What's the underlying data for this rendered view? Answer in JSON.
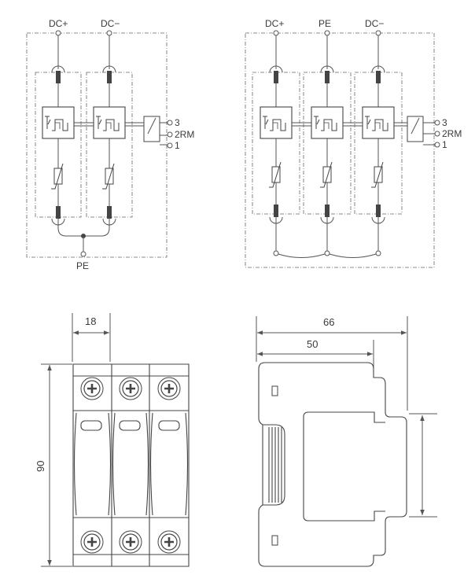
{
  "left_schematic": {
    "top_labels": [
      "DC+",
      "DC−"
    ],
    "bottom_label": "PE",
    "remote_terminals": [
      "3",
      "2RM",
      "1"
    ]
  },
  "right_schematic": {
    "top_labels": [
      "DC+",
      "PE",
      "DC−"
    ],
    "remote_terminals": [
      "3",
      "2RM",
      "1"
    ]
  },
  "front_view": {
    "width_dimension": "18",
    "height_dimension": "90"
  },
  "side_view": {
    "overall_depth": "66",
    "partial_depth": "50"
  }
}
